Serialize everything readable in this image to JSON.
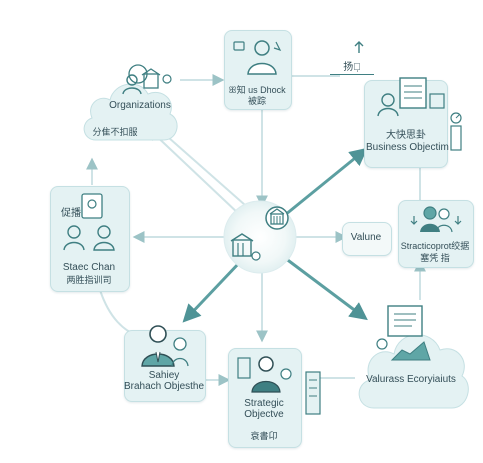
{
  "nodes": {
    "top_center": {
      "line1": "ꕥ知 us Dhock",
      "line2": "被踪"
    },
    "top_left": {
      "title": "Organizations",
      "sub": "分隹不扣服"
    },
    "top_right_label": "扬不̣̣",
    "business": {
      "line1": "大快思卦",
      "line2": "Business Objectim"
    },
    "left": {
      "line1": "Staec Chan",
      "line2": "两胜指训司",
      "head": "促播"
    },
    "values": "Valune",
    "right": {
      "line1": "Stracticoprot绞据",
      "line2": "塞凭 指"
    },
    "bottom_left": {
      "line1": "Sahiey",
      "line2": "Brahach Objesthe"
    },
    "bottom_center": {
      "line1": "Strategic",
      "line2": "Objectve",
      "line3": "衰書卬"
    },
    "bottom_right": "Valurass Ecoryiaiuts"
  },
  "colors": {
    "teal": "#5fa6a6",
    "teal_dark": "#3f7f82",
    "node_fill": "#e4f2f3",
    "line": "#c9dfe2"
  },
  "icons": [
    "people-icon",
    "building-icon",
    "person-icon",
    "chart-icon",
    "document-icon"
  ]
}
